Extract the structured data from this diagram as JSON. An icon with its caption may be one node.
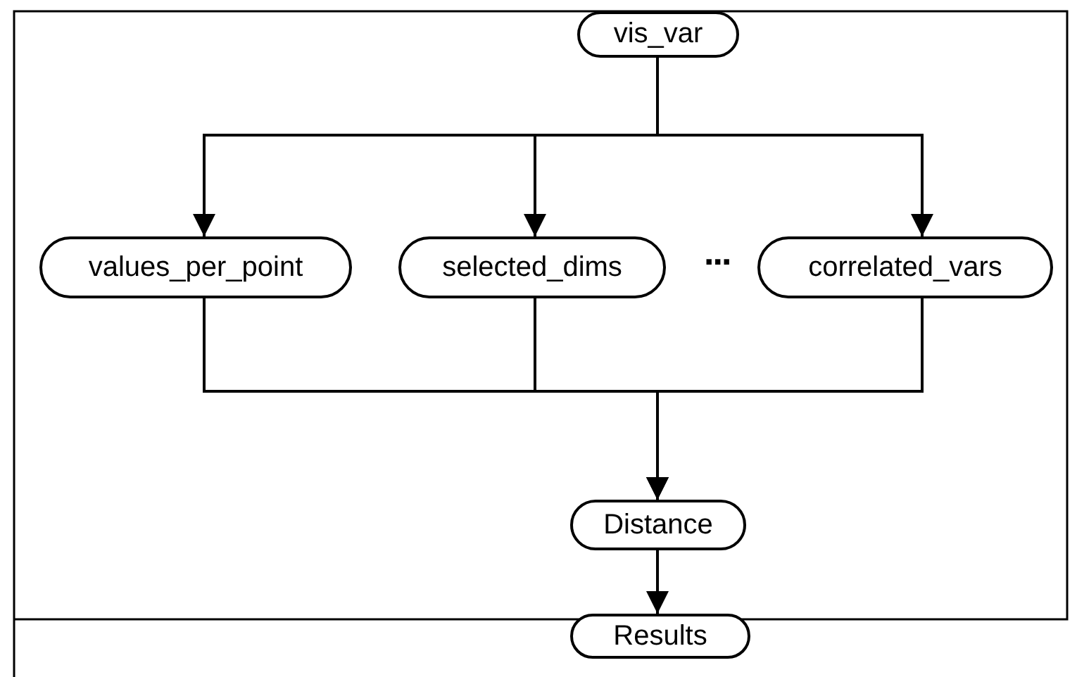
{
  "diagram": {
    "nodes": [
      {
        "text": [
          "vis_var"
        ]
      },
      {
        "text": [
          "values_per_point"
        ]
      },
      {
        "text": [
          "selected_dims"
        ]
      },
      {
        "text": [
          "correlated_vars"
        ]
      },
      {
        "text": [
          "Distance"
        ]
      },
      {
        "text": [
          "Results"
        ]
      }
    ],
    "edges": [
      {
        "from": 0,
        "to": 1,
        "arrow": "to"
      },
      {
        "from": 0,
        "to": 2,
        "arrow": "to"
      },
      {
        "from": 0,
        "to": 3,
        "arrow": "to"
      },
      {
        "from": 1,
        "to": 4,
        "arrow": "to"
      },
      {
        "from": 2,
        "to": 4,
        "arrow": "to"
      },
      {
        "from": 3,
        "to": 4,
        "arrow": "to"
      },
      {
        "from": 4,
        "to": 5,
        "arrow": "to"
      }
    ],
    "labels": [
      "..."
    ]
  }
}
